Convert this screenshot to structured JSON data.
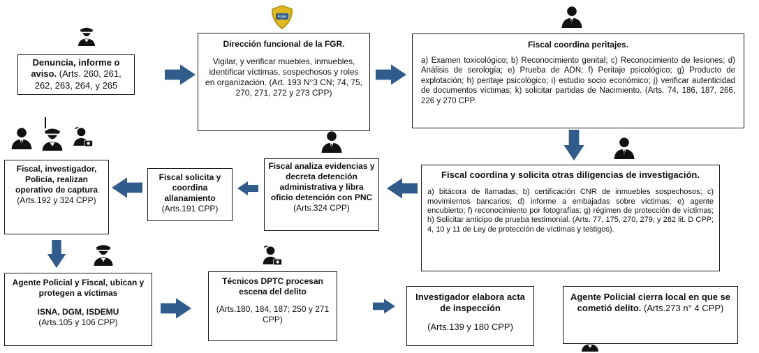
{
  "colors": {
    "arrow": "#2f5c8a",
    "border": "#1a1a1a",
    "text": "#111111",
    "badge": "#e0b81e"
  },
  "box1": {
    "title": "Denuncia, informe o aviso.",
    "refs": "(Arts. 260, 261, 262, 263, 264, y 265"
  },
  "box2": {
    "title": "Dirección funcional de la FGR.",
    "body": "Vigilar, y verificar muebles, inmuebles, identificar víctimas, sospechosos y roles en organización.",
    "refs": "(Art. 193 N°3 CN; 74, 75, 270, 271, 272 y 273 CPP)"
  },
  "box3": {
    "title": "Fiscal coordina peritajes.",
    "body": "a) Examen toxicológico; b) Reconocimiento genital; c) Reconocimiento de lesiones; d) Análisis de serología; e) Prueba de ADN; f) Peritaje psicológico; g) Producto de explotación; h) peritaje psicológico; i) estudio socio económico; j) verificar autenticidad de documentos víctimas; k) solicitar partidas de Nacimiento. (Arts. 74, 186, 187, 266, 226 y 270 CPP."
  },
  "box4": {
    "title": "Fiscal coordina y solicita otras diligencias de investigación.",
    "body": "a) bitácora de llamadas; b) certificación CNR de inmuebles sospechosos; c) movimientos bancarios; d) informe a embajadas sobre víctimas; e) agente encubierto; f) reconocimiento por fotografías; g) régimen de protección de víctimas; h) Solicitar anticipo de prueba testimonial. (Arts. 77, 175, 270, 279, y 282 lit. D CPP; 4, 10 y 11 de Ley de protección de víctimas y testigos)."
  },
  "box5": {
    "title": "Fiscal analiza evidencias y decreta detención administrativa y libra oficio detención con PNC",
    "refs": "(Arts.324 CPP)"
  },
  "box6": {
    "title": "Fiscal solicita y coordina allanamiento",
    "refs": "(Arts.191 CPP)"
  },
  "box7": {
    "title": "Fiscal, investigador, Policía, realizan operativo de captura",
    "refs": "(Arts.192 y 324 CPP)"
  },
  "box8": {
    "title": "Agente Policial y Fiscal, ubican y protegen a víctimas",
    "sub": "ISNA, DGM, ISDEMU",
    "refs": "(Arts.105 y 106 CPP)"
  },
  "box9": {
    "title": "Técnicos DPTC procesan escena del delito",
    "refs": "(Arts.180, 184, 187; 250 y 271 CPP)"
  },
  "box10": {
    "title": "Investigador elabora acta de inspección",
    "refs": "(Arts.139 y 180 CPP)"
  },
  "box11": {
    "title": "Agente Policial cierra local en que se cometió delito.",
    "refs": "(Arts.273 n° 4 CPP)"
  },
  "icons": [
    "police-officer-icon",
    "police-badge-icon",
    "person-icon",
    "technician-icon"
  ]
}
